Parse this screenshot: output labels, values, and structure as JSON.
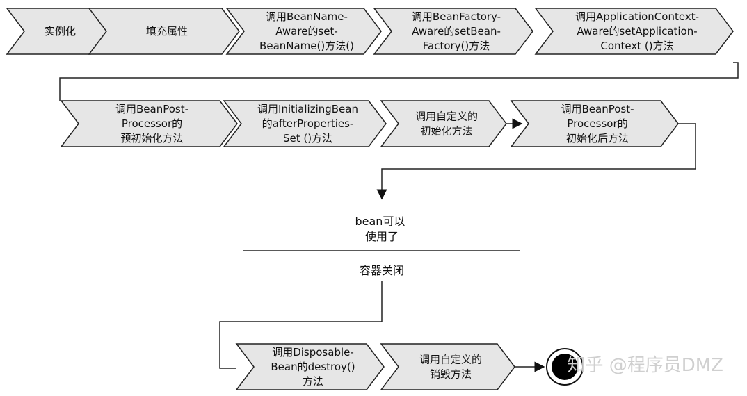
{
  "steps": [
    {
      "id": "s1",
      "lines": [
        "实例化"
      ]
    },
    {
      "id": "s2",
      "lines": [
        "填充属性"
      ]
    },
    {
      "id": "s3",
      "lines": [
        "调用BeanName-",
        "Aware的set-",
        "BeanName()方法()"
      ]
    },
    {
      "id": "s4",
      "lines": [
        "调用BeanFactory-",
        "Aware的setBean-",
        "Factory()方法"
      ]
    },
    {
      "id": "s5",
      "lines": [
        "调用ApplicationContext-",
        "Aware的setApplication-",
        "Context ()方法"
      ]
    },
    {
      "id": "s6",
      "lines": [
        "调用BeanPost-",
        "Processor的",
        "预初始化方法"
      ]
    },
    {
      "id": "s7",
      "lines": [
        "调用InitializingBean",
        "的afterProperties-",
        "Set ()方法"
      ]
    },
    {
      "id": "s8",
      "lines": [
        "调用自定义的",
        "初始化方法"
      ]
    },
    {
      "id": "s9",
      "lines": [
        "调用BeanPost-",
        "Processor的",
        "初始化后方法"
      ]
    },
    {
      "id": "s10",
      "lines": [
        "调用Disposable-",
        "Bean的destroy()",
        "方法"
      ]
    },
    {
      "id": "s11",
      "lines": [
        "调用自定义的",
        "销毁方法"
      ]
    }
  ],
  "ready_lines": [
    "bean可以",
    "使用了"
  ],
  "container_closed": "容器关闭",
  "watermark": "知乎 @程序员DMZ",
  "colors": {
    "fill": "#e6e6e6",
    "stroke": "#222222",
    "end": "#000000"
  }
}
